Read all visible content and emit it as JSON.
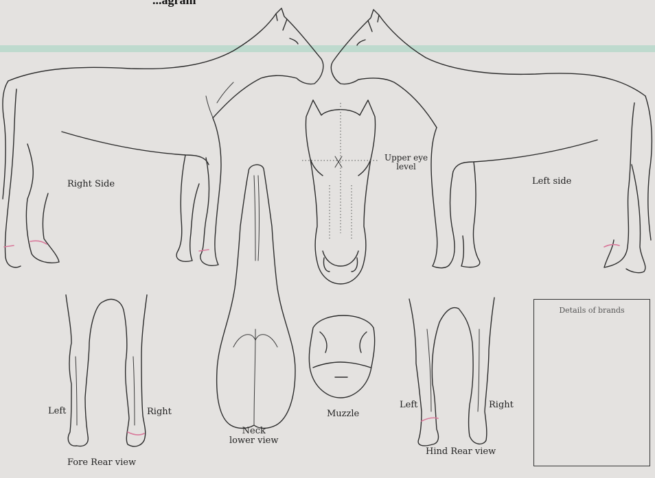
{
  "header_fragment": "...agram",
  "labels": {
    "right_side": "Right Side",
    "left_side": "Left side",
    "upper_eye": "Upper eye\nlevel",
    "neck": "Neck\nlower view",
    "muzzle": "Muzzle",
    "fore_left": "Left",
    "fore_right": "Right",
    "fore_caption": "Fore Rear view",
    "hind_left": "Left",
    "hind_right": "Right",
    "hind_caption": "Hind Rear view",
    "brands": "Details of brands"
  },
  "colors": {
    "marking": "#d9789a",
    "band": "#9fd3c0"
  }
}
